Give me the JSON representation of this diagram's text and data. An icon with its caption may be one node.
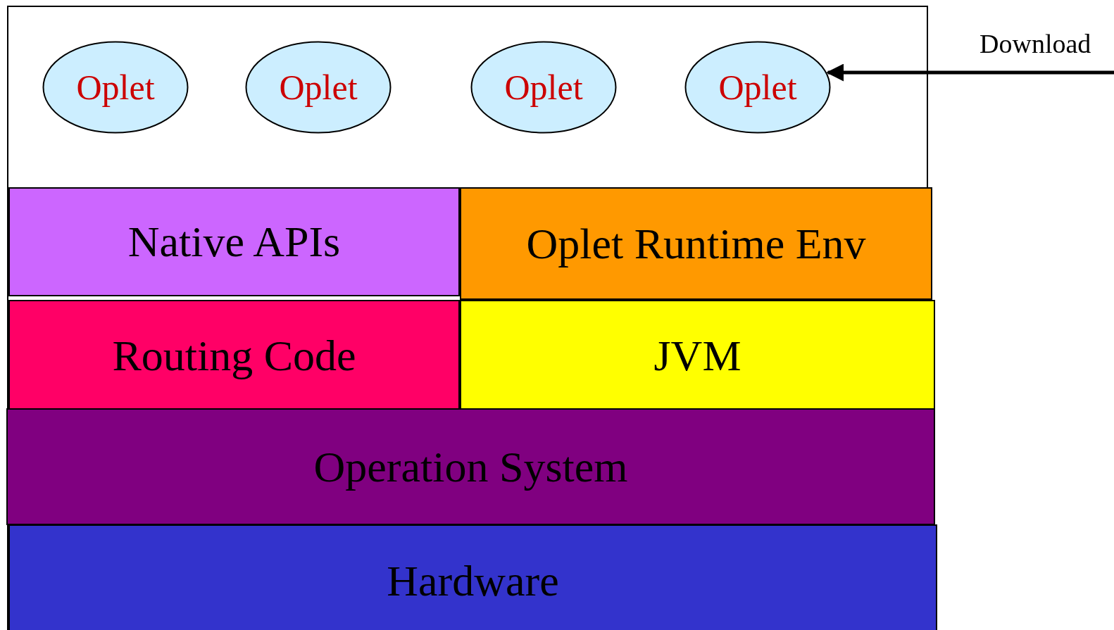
{
  "diagram": {
    "nodes": [
      {
        "text": [],
        "shape": "box"
      },
      {
        "text": [
          "Oplet"
        ],
        "in": 0
      },
      {
        "text": [
          "Oplet"
        ],
        "in": 0
      },
      {
        "text": [
          "Oplet"
        ],
        "in": 0
      },
      {
        "text": [
          "Oplet"
        ],
        "in": 0
      },
      {
        "text": [
          "Native APIs"
        ],
        "in": 0
      },
      {
        "text": [
          "Oplet Runtime Env"
        ],
        "in": 0
      },
      {
        "text": [
          "Routing Code"
        ],
        "in": 0
      },
      {
        "text": [
          "JVM"
        ],
        "in": 0
      },
      {
        "text": [
          "Operation System"
        ],
        "in": 0
      },
      {
        "text": [
          "Hardware"
        ],
        "in": 0
      }
    ],
    "edges": [
      {
        "from": null,
        "to": 4,
        "arrow": "to",
        "label": "Download"
      }
    ]
  }
}
